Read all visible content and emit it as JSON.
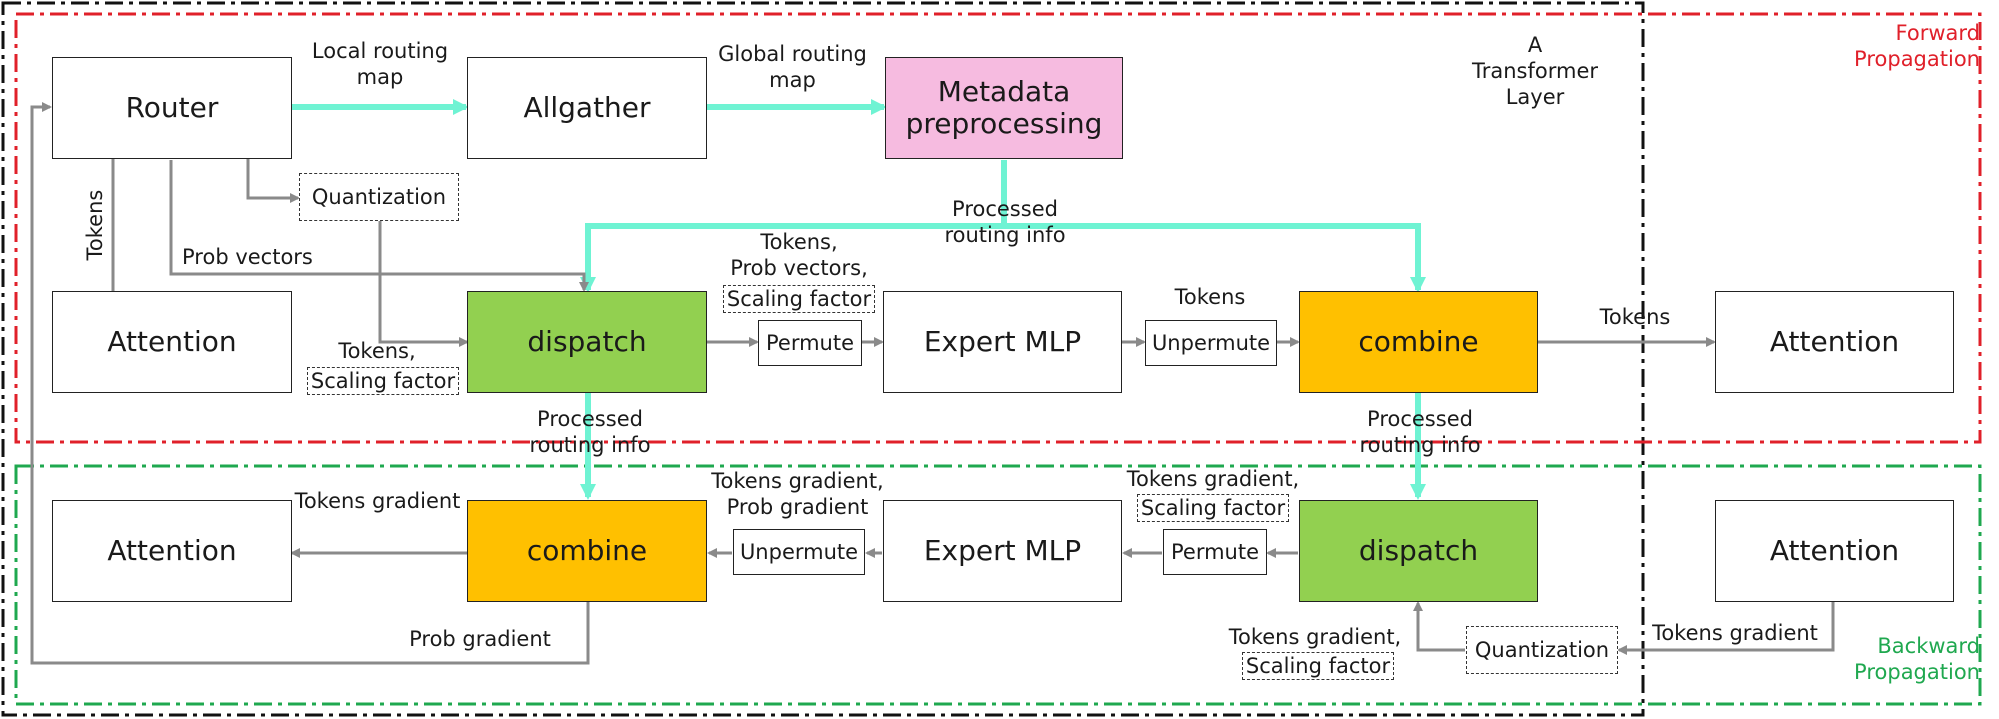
{
  "colors": {
    "teal": "#6ff3d3",
    "gray_arrow": "#8a8a8a",
    "pink": "#f6bbe0",
    "green": "#92d050",
    "orange": "#ffc000",
    "forward_red": "#e0202a",
    "backward_green": "#1fa84f"
  },
  "region": {
    "transformer_layer": "A\nTransformer\nLayer",
    "forward": "Forward\nPropagation",
    "backward": "Backward\nPropagation"
  },
  "boxes": {
    "router": "Router",
    "allgather": "Allgather",
    "metadata": "Metadata\npreprocessing",
    "quantization_top": "Quantization",
    "attention_fwd_left": "Attention",
    "dispatch_fwd": "dispatch",
    "permute_fwd": "Permute",
    "expert_mlp_fwd": "Expert MLP",
    "unpermute_fwd": "Unpermute",
    "combine_fwd": "combine",
    "attention_fwd_right": "Attention",
    "attention_bwd_left": "Attention",
    "combine_bwd": "combine",
    "unpermute_bwd": "Unpermute",
    "expert_mlp_bwd": "Expert MLP",
    "permute_bwd": "Permute",
    "dispatch_bwd": "dispatch",
    "attention_bwd_right": "Attention",
    "quantization_bwd": "Quantization"
  },
  "labels": {
    "local_routing_map": "Local routing\nmap",
    "global_routing_map": "Global routing\nmap",
    "tokens_vertical": "Tokens",
    "prob_vectors": "Prob vectors",
    "processed_routing_top": "Processed\nrouting info",
    "tokens_prob_vectors": "Tokens,\nProb vectors,",
    "scaling_factor_a": "Scaling factor",
    "tokens_comma": "Tokens,",
    "scaling_factor_b": "Scaling factor",
    "tokens_unpermute": "Tokens",
    "tokens_right": "Tokens",
    "processed_routing_left": "Processed\nrouting info",
    "processed_routing_right": "Processed\nrouting info",
    "tokens_gradient_left": "Tokens gradient",
    "tokens_grad_prob_grad": "Tokens gradient,\nProb gradient",
    "tokens_gradient_comma": "Tokens gradient,",
    "scaling_factor_c": "Scaling factor",
    "prob_gradient": "Prob gradient",
    "tokens_gradient_bottom": "Tokens gradient,",
    "scaling_factor_d": "Scaling factor",
    "tokens_gradient_right": "Tokens gradient"
  }
}
